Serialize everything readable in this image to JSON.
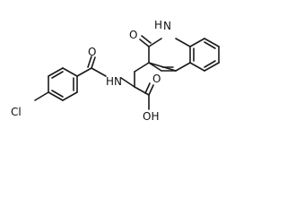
{
  "molecule": {
    "atom_labels": {
      "chlorine": "Cl",
      "amide_nh": "HN",
      "amide_o": "O",
      "ring_nh": "H",
      "ring_n": "N",
      "lactam_o": "O",
      "acid_o": "O",
      "acid_oh": "OH"
    },
    "colors": {
      "bond": "#1a1a1a",
      "label": "#111111",
      "background": "#ffffff"
    }
  }
}
